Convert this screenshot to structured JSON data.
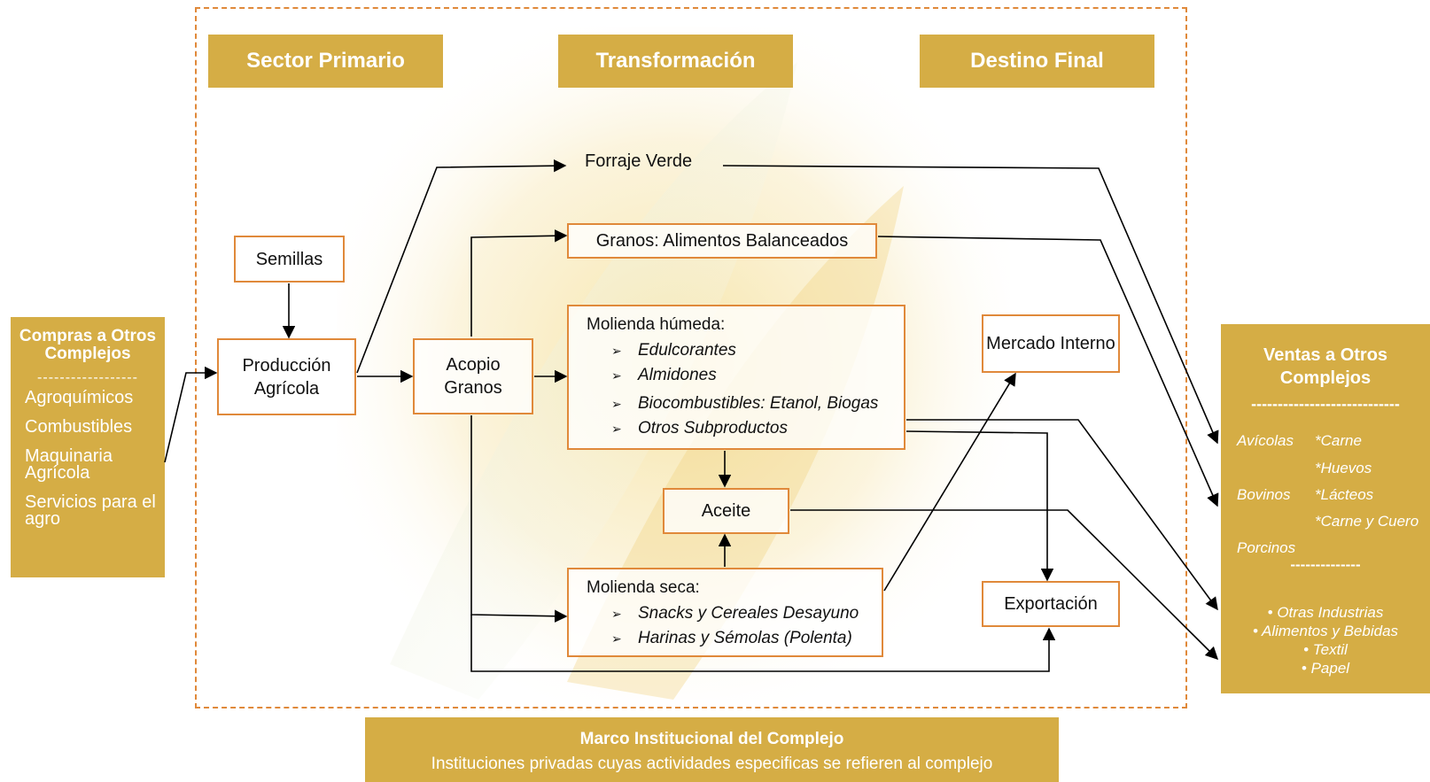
{
  "colors": {
    "gold": "#d5ad45",
    "orange_border": "#e0893a",
    "arrow": "#000000"
  },
  "stages": [
    "Sector Primario",
    "Transformación",
    "Destino Final"
  ],
  "left_panel": {
    "title": "Compras a Otros Complejos",
    "divider": "------------------",
    "items": [
      "Agroquímicos",
      "Combustibles",
      "Maquinaria Agrícola",
      "Servicios para el agro"
    ]
  },
  "nodes": {
    "semillas": "Semillas",
    "produccion": "Producción Agrícola",
    "acopio": "Acopio Granos",
    "forraje": "Forraje Verde",
    "granos_balanceados": "Granos: Alimentos Balanceados",
    "molienda_humeda": {
      "title": "Molienda húmeda:",
      "items": [
        "Edulcorantes",
        "Almidones",
        "Biocombustibles: Etanol, Biogas",
        "Otros Subproductos"
      ]
    },
    "aceite": "Aceite",
    "molienda_seca": {
      "title": "Molienda seca:",
      "items": [
        "Snacks y Cereales Desayuno",
        "Harinas y Sémolas (Polenta)"
      ]
    },
    "mercado_interno": "Mercado Interno",
    "exportacion": "Exportación"
  },
  "right_panel": {
    "title": "Ventas a Otros Complejos",
    "divider1": "----------------------------",
    "labels": {
      "avicolas": "Avícolas",
      "bovinos": "Bovinos",
      "porcinos": "Porcinos"
    },
    "products": {
      "carne": "*Carne",
      "huevos": "*Huevos",
      "lacteos": "*Lácteos",
      "carne_cuero": "*Carne y Cuero"
    },
    "divider2": "--------------",
    "industries": [
      "• Otras Industrias",
      "• Alimentos y Bebidas",
      "• Textil",
      "• Papel"
    ]
  },
  "bottom_panel": {
    "title": "Marco Institucional del Complejo",
    "subtitle": "Instituciones privadas cuyas actividades especificas se refieren al complejo"
  }
}
